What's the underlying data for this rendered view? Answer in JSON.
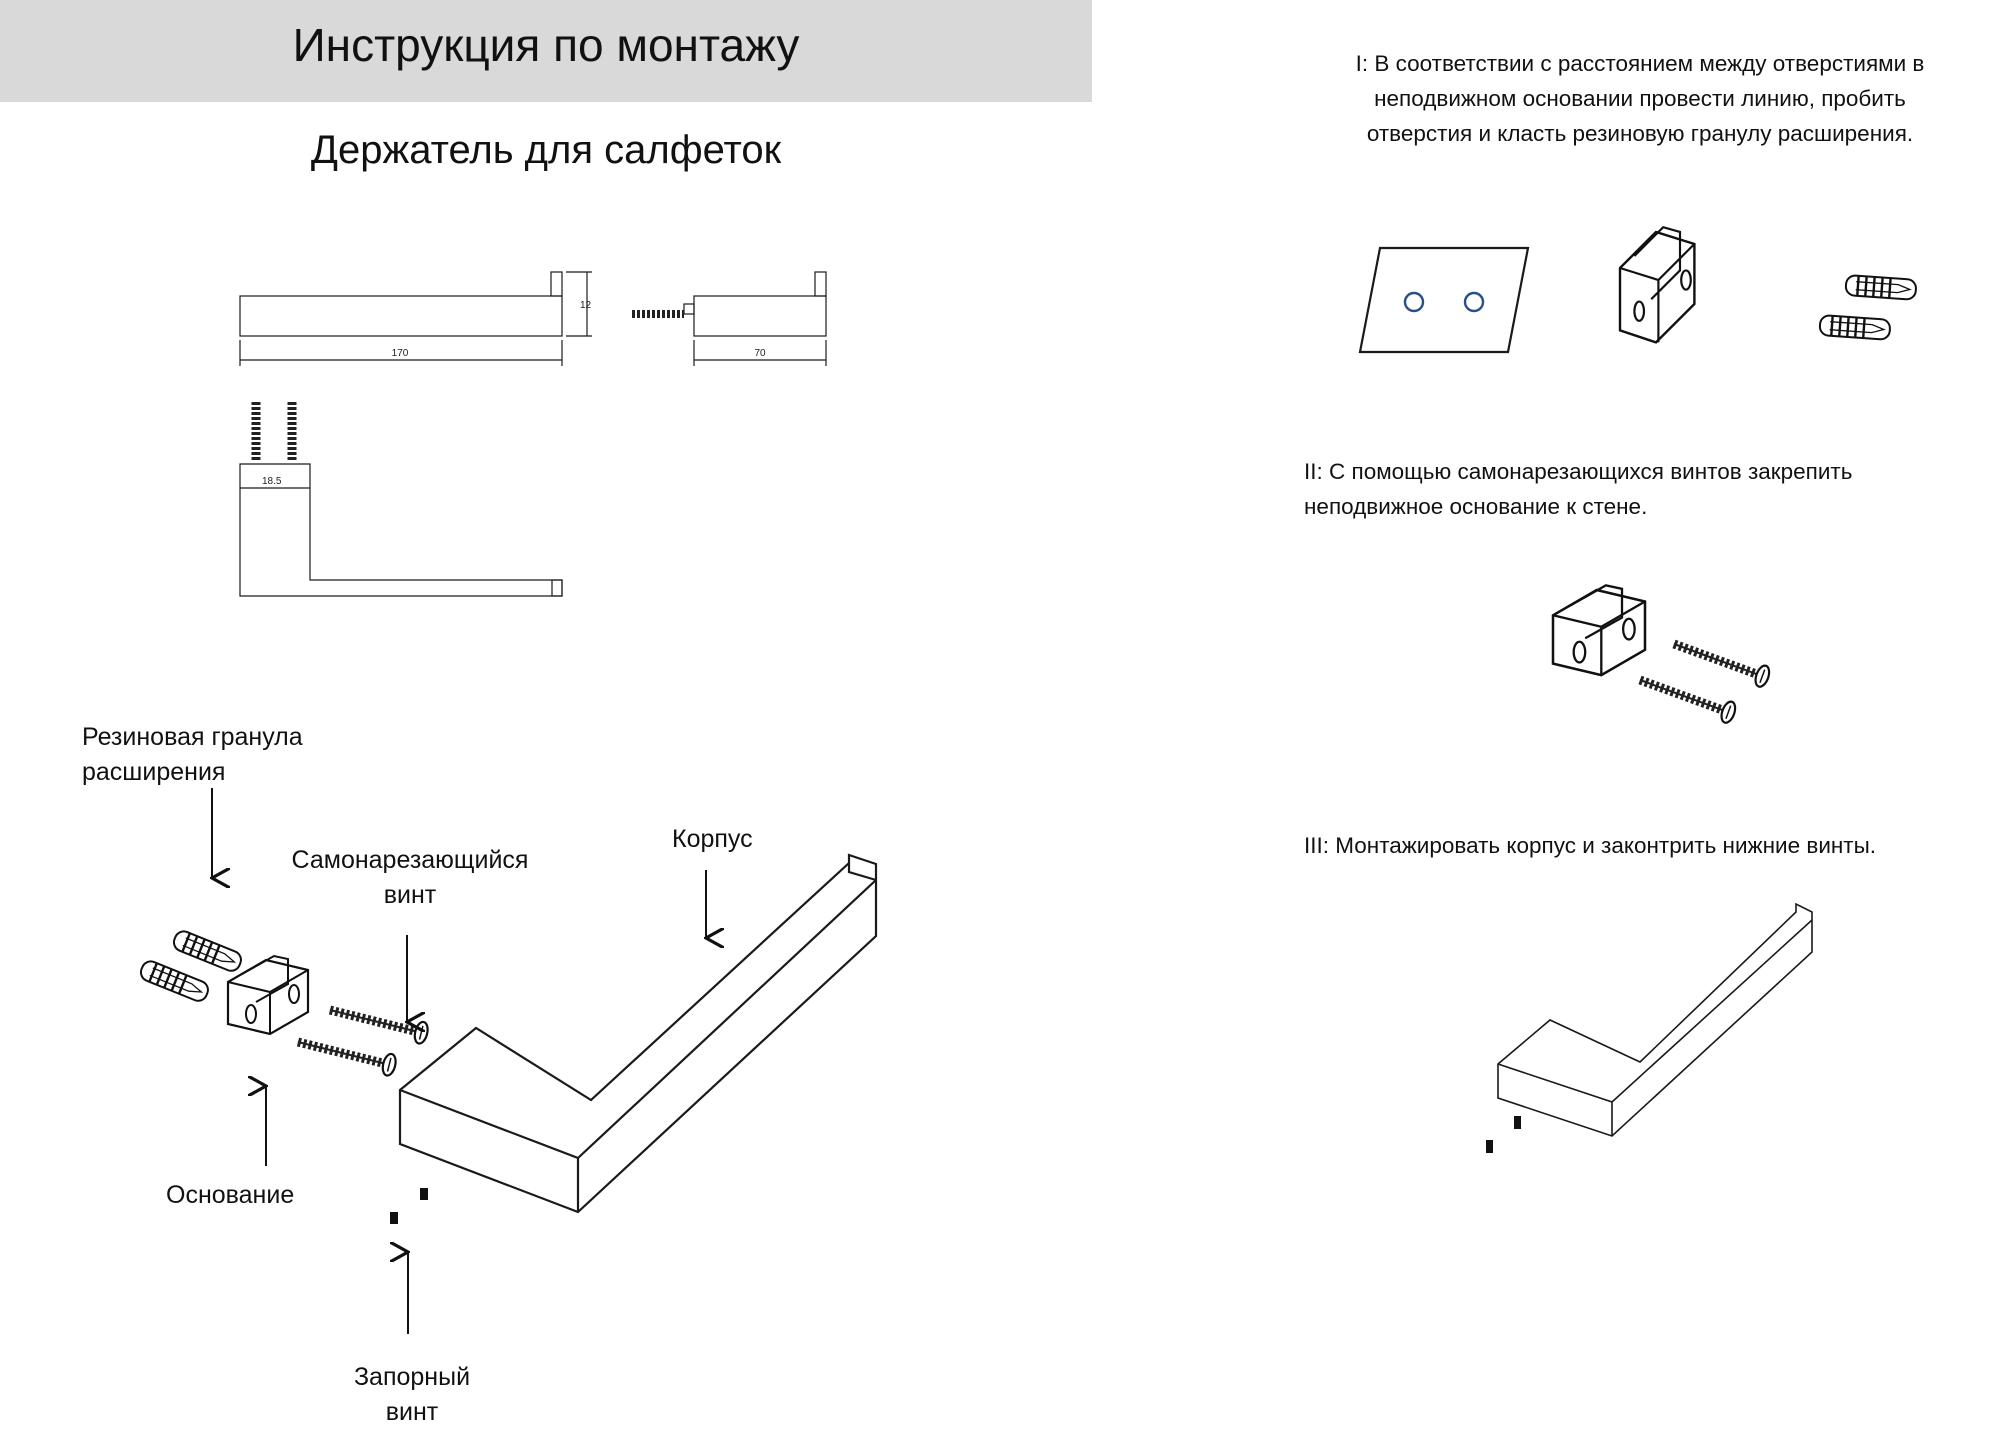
{
  "header": {
    "title": "Инструкция по монтажу"
  },
  "product": {
    "title": "Держатель для салфеток"
  },
  "dimensions": {
    "length": "170",
    "height": "12",
    "depth": "70",
    "spacing": "18.5"
  },
  "exploded_labels": {
    "rubber_plug": [
      "Резиновая гранула",
      "расширения"
    ],
    "screw": [
      "Самонарезающийся",
      "винт"
    ],
    "body": "Корпус",
    "base": "Основание",
    "lock_screw": [
      "Запорный",
      "винт"
    ]
  },
  "steps": [
    {
      "lines": [
        "I: В соответствии с расстоянием между отверстиями в",
        "неподвижном основании провести линию, пробить",
        "отверстия и класть резиновую гранулу расширения."
      ]
    },
    {
      "lines": [
        "II: С помощью самонарезающихся винтов закрепить",
        "неподвижное основание к стене."
      ]
    },
    {
      "lines": [
        "III: Монтажировать корпус и законтрить нижние винты."
      ]
    }
  ],
  "colors": {
    "header_bg": "#d9d9d9",
    "hole_circle": "#2a4e8a"
  }
}
